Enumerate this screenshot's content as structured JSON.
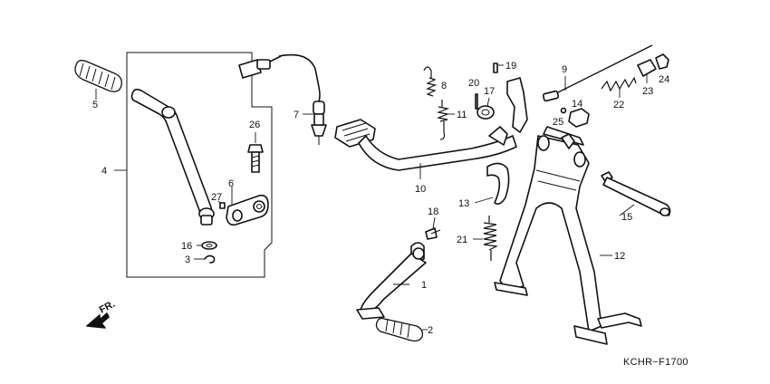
{
  "diagram_code": "KCHR−F1700",
  "direction_marker": "FR.",
  "callouts": [
    {
      "id": "c1",
      "text": "1"
    },
    {
      "id": "c2",
      "text": "2"
    },
    {
      "id": "c3",
      "text": "3"
    },
    {
      "id": "c4",
      "text": "4"
    },
    {
      "id": "c5",
      "text": "5"
    },
    {
      "id": "c6",
      "text": "6"
    },
    {
      "id": "c7",
      "text": "7"
    },
    {
      "id": "c8",
      "text": "8"
    },
    {
      "id": "c9",
      "text": "9"
    },
    {
      "id": "c10",
      "text": "10"
    },
    {
      "id": "c11",
      "text": "11"
    },
    {
      "id": "c12",
      "text": "12"
    },
    {
      "id": "c13",
      "text": "13"
    },
    {
      "id": "c14",
      "text": "14"
    },
    {
      "id": "c15",
      "text": "15"
    },
    {
      "id": "c16",
      "text": "16"
    },
    {
      "id": "c17",
      "text": "17"
    },
    {
      "id": "c18",
      "text": "18"
    },
    {
      "id": "c19",
      "text": "19"
    },
    {
      "id": "c20",
      "text": "20"
    },
    {
      "id": "c21",
      "text": "21"
    },
    {
      "id": "c22",
      "text": "22"
    },
    {
      "id": "c23",
      "text": "23"
    },
    {
      "id": "c24",
      "text": "24"
    },
    {
      "id": "c25",
      "text": "25"
    },
    {
      "id": "c26",
      "text": "26"
    },
    {
      "id": "c27",
      "text": "27"
    }
  ]
}
